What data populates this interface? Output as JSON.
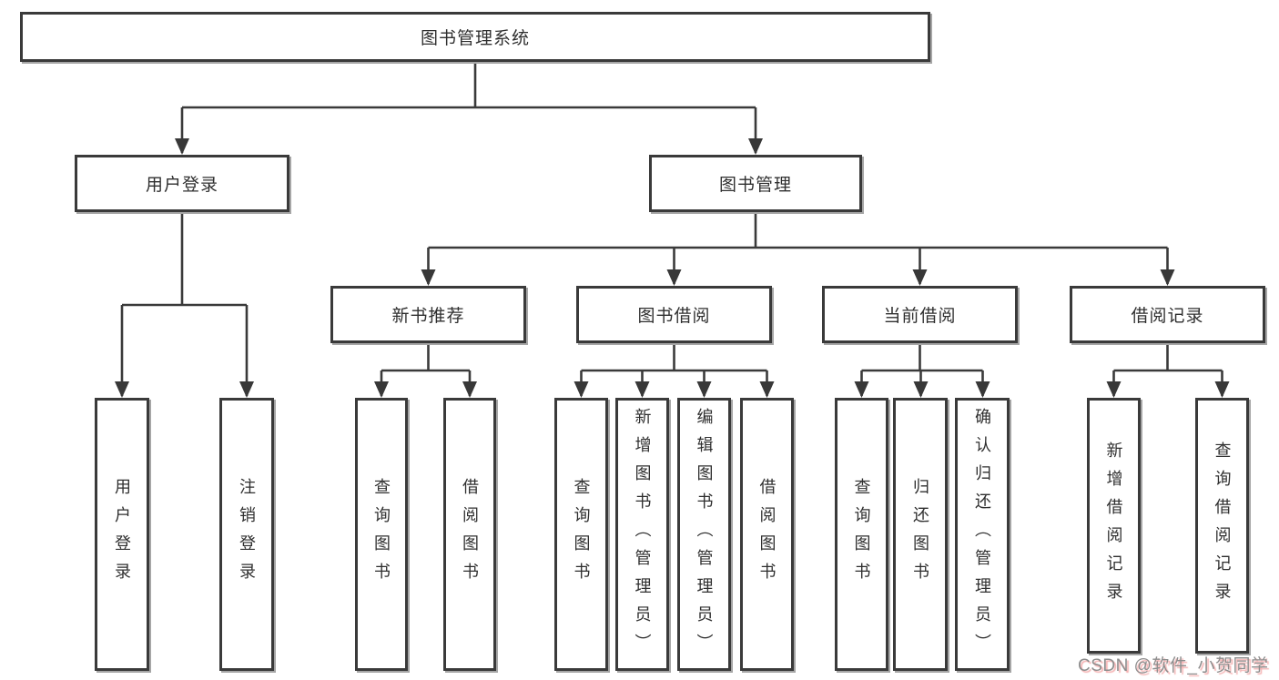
{
  "diagram": {
    "root": "图书管理系统",
    "branches": {
      "user_login": {
        "label": "用户登录",
        "children": [
          "用户登录",
          "注销登录"
        ]
      },
      "book_mgmt": {
        "label": "图书管理",
        "sections": {
          "new_book": {
            "label": "新书推荐",
            "children": [
              "查询图书",
              "借阅图书"
            ]
          },
          "borrow": {
            "label": "图书借阅",
            "children": [
              "查询图书",
              "新增图书（管理员）",
              "编辑图书（管理员）",
              "借阅图书"
            ]
          },
          "current": {
            "label": "当前借阅",
            "children": [
              "查询图书",
              "归还图书",
              "确认归还（管理员）"
            ]
          },
          "records": {
            "label": "借阅记录",
            "children": [
              "新增借阅记录",
              "查询借阅记录"
            ]
          }
        }
      }
    }
  },
  "watermark": "CSDN @软件_小贺同学",
  "colors": {
    "line": "#3a3a3a",
    "box_border": "#3a3a3a",
    "box_shadow": "#a6a6a6",
    "text": "#2f2f2f",
    "watermark_text": "#8d8d8d",
    "watermark_shadow": "#eb6e6e",
    "background": "#ffffff"
  }
}
